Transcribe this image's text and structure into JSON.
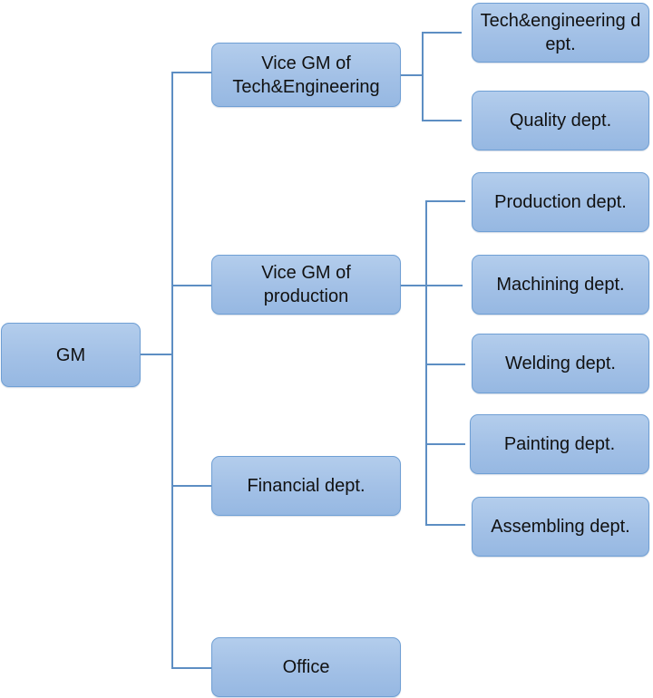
{
  "chart": {
    "root": {
      "label": "GM"
    },
    "level1": [
      {
        "label": "Vice GM of Tech&Engineering"
      },
      {
        "label": "Vice GM of production"
      },
      {
        "label": "Financial dept."
      },
      {
        "label": "Office"
      }
    ],
    "tech_children": [
      {
        "label": "Tech&engineering dept."
      },
      {
        "label": "Quality dept."
      }
    ],
    "production_children": [
      {
        "label": "Production dept."
      },
      {
        "label": "Machining dept."
      },
      {
        "label": "Welding dept."
      },
      {
        "label": "Painting dept."
      },
      {
        "label": "Assembling dept."
      }
    ],
    "colors": {
      "box_fill": "#a8c4e8",
      "box_border": "#6f9fd4",
      "connector": "#5d8ec3"
    }
  }
}
